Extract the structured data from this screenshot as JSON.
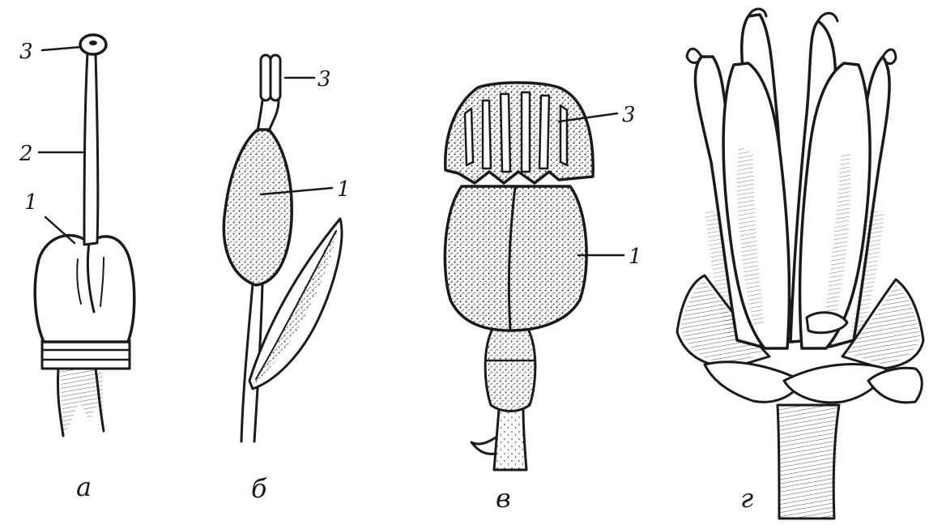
{
  "panels": [
    {
      "letter": "а",
      "parts": [
        {
          "id": "ovary",
          "number": "1"
        },
        {
          "id": "style",
          "number": "2"
        },
        {
          "id": "stigma",
          "number": "3"
        }
      ]
    },
    {
      "letter": "б",
      "parts": [
        {
          "id": "ovary",
          "number": "1"
        },
        {
          "id": "stigma",
          "number": "3"
        }
      ]
    },
    {
      "letter": "в",
      "parts": [
        {
          "id": "stigma",
          "number": "3"
        },
        {
          "id": "ovary",
          "number": "1"
        }
      ]
    },
    {
      "letter": "г",
      "parts": []
    }
  ]
}
